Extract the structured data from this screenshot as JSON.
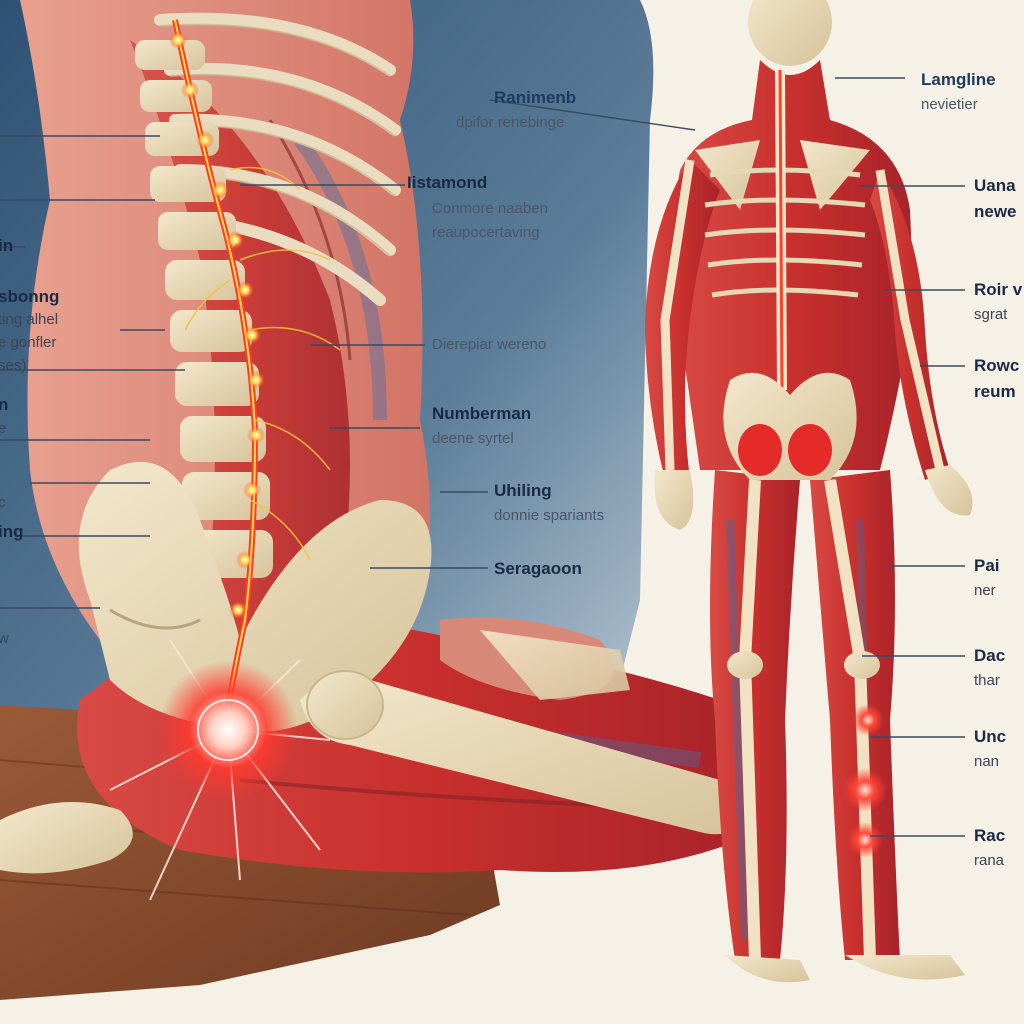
{
  "labels": {
    "left": [
      {
        "title": "in"
      },
      {
        "title": "sbonng",
        "sub1": "ting alhel",
        "sub2": "e gonfler",
        "sub3": "ses)"
      },
      {
        "title": "n",
        "sub1": "e"
      },
      {
        "sub1": "c"
      },
      {
        "title": "ing"
      },
      {
        "sub1": "w"
      }
    ],
    "center": [
      {
        "title": "Ranimenb",
        "sub": "dpifor renebinge"
      },
      {
        "title": "Iistamond",
        "sub1": "Conmore naaben",
        "sub2": "reaupocertaving"
      },
      {
        "sub": "Dierepiar wereno"
      },
      {
        "title": "Numberman",
        "sub": "deene syrtel"
      },
      {
        "title": "Uhiling",
        "sub": "donnie spariants"
      },
      {
        "title": "Seragaoon"
      }
    ],
    "right": [
      {
        "title": "Lamgline",
        "sub": "nevietier"
      },
      {
        "title": "Uana",
        "sub": "newe"
      },
      {
        "title": "Roir v",
        "sub": "sgrat"
      },
      {
        "title": "Rowc",
        "sub": "reum"
      },
      {
        "title": "Pai",
        "sub": "ner"
      },
      {
        "title": "Dac",
        "sub": "thar"
      },
      {
        "title": "Unc",
        "sub": "nan"
      },
      {
        "title": "Rac",
        "sub": "rana"
      }
    ]
  }
}
